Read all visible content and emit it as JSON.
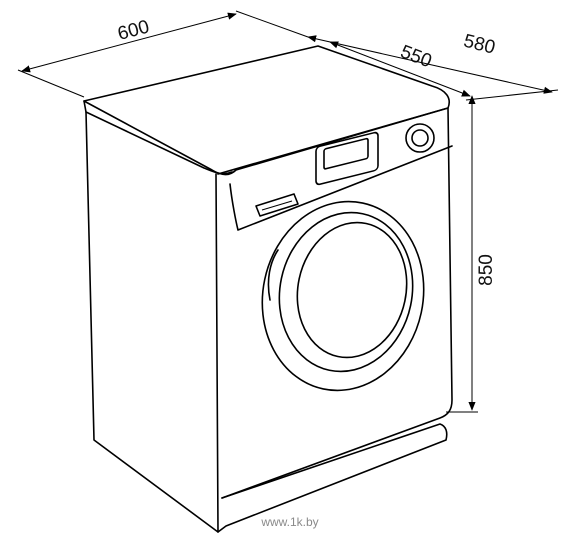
{
  "dimensions": {
    "width": "600",
    "depth_total": "580",
    "depth_body": "550",
    "height": "850"
  },
  "watermark": "www.1k.by"
}
